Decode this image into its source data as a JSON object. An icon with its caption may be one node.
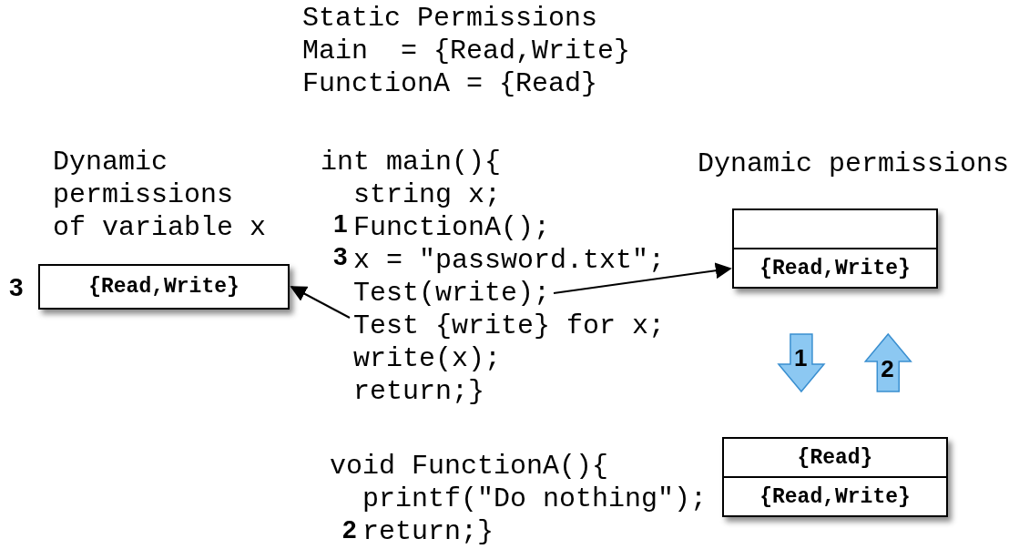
{
  "diagram": {
    "nodes": [
      {
        "text": [
          "Test(write);"
        ]
      },
      {
        "text": [
          "Test {write} for x;"
        ]
      },
      {
        "text": [
          "{Read,Write}"
        ],
        "beside": [
          "Dynamic permissions"
        ]
      },
      {
        "text": [
          "{Read,Write}"
        ],
        "beside": [
          "3"
        ]
      },
      {
        "text": [
          "{Read}",
          "{Read,Write}"
        ]
      }
    ],
    "edges": [
      {
        "from": 0,
        "to": 2,
        "arrow": "to"
      },
      {
        "from": 1,
        "to": 3,
        "arrow": "to"
      },
      {
        "from": 2,
        "to": 4,
        "arrow": "to",
        "label": "1"
      },
      {
        "from": 4,
        "to": 2,
        "arrow": "to",
        "label": "2"
      }
    ],
    "labels": [
      "Static Permissions",
      "Main  = {Read,Write}",
      "FunctionA = {Read}",
      "Dynamic permissions of variable x",
      "int main(){",
      "string x;",
      "1",
      "FunctionA();",
      "3",
      "x = \"password.txt\";",
      "write(x);",
      "return;}",
      "void FunctionA(){",
      "printf(\"Do nothing\");",
      "2",
      "return;}"
    ]
  }
}
